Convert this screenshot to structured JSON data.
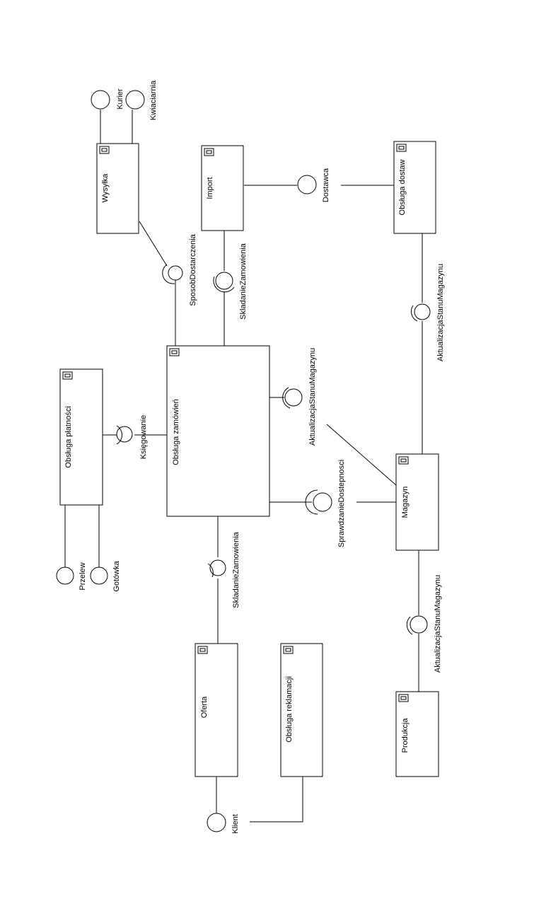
{
  "components": {
    "wysylka": "Wysyłka",
    "import": "Import",
    "obsluga_dostaw": "Obsługa dostaw",
    "obsluga_zamowien": "Obsługa zamówień",
    "obsluga_platnosci": "Obsługa płatności",
    "magazyn": "Magazyn",
    "oferta": "Oferta",
    "obsluga_reklamacji": "Obsługa reklamacji",
    "produkcja": "Produkcja"
  },
  "interfaces": {
    "kurier": "Kurier",
    "kwiaciarnia": "Kwiaciarnia",
    "dostawca": "Dostawca",
    "przelew": "Przelew",
    "gotowka": "Gotówka",
    "klient": "Klient",
    "sposob_dostarczenia": "SposobDostarczenia",
    "skladanie_zamowienia_import": "SkladanieZamowienia",
    "aktualizacja_dostawy": "AktualizacjaStanuMagazynu",
    "aktualizacja_zamowienia": "AktualizacjaStanuMagazynu",
    "ksiegowanie": "Księgowanie",
    "sprawdzanie_dostepnosci": "SprawdzanieDostepnosci",
    "skladanie_zamowienia_oferta": "SkladanieZamowienia",
    "aktualizacja_produkcji": "AktualizacjaStanuMagazynu"
  }
}
